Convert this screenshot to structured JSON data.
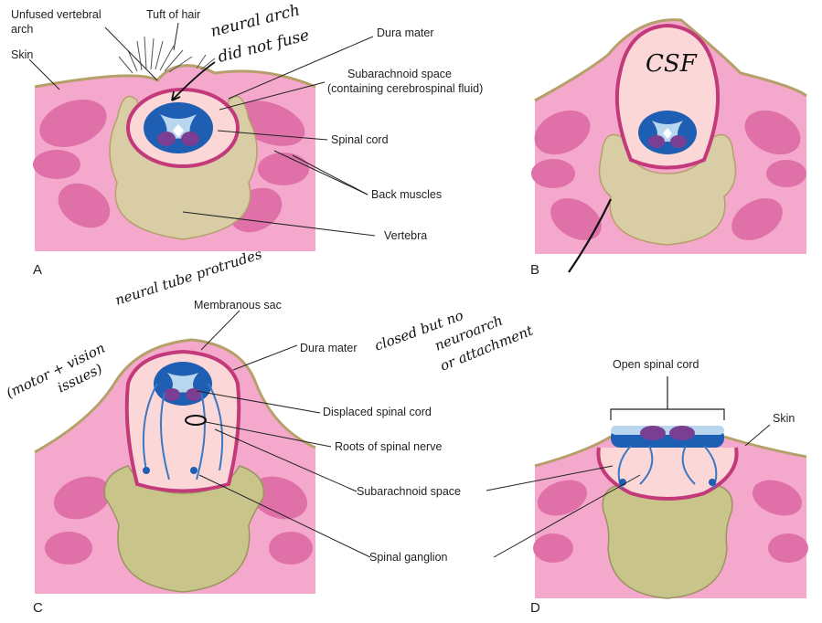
{
  "panels": {
    "A": {
      "letter": "A",
      "labels": {
        "unfused_arch": [
          "Unfused vertebral",
          "arch"
        ],
        "tuft": "Tuft of hair",
        "skin": "Skin",
        "dura": "Dura mater",
        "subarachnoid": [
          "Subarachnoid space",
          "(containing cerebrospinal fluid)"
        ],
        "spinal_cord": "Spinal cord",
        "back_muscles": "Back muscles",
        "vertebra": "Vertebra"
      }
    },
    "B": {
      "letter": "B"
    },
    "C": {
      "letter": "C",
      "labels": {
        "membranous_sac": "Membranous sac",
        "dura": "Dura mater",
        "displaced_cord": "Displaced spinal cord",
        "roots": "Roots of spinal nerve",
        "subarachnoid": "Subarachnoid space",
        "ganglion": "Spinal ganglion"
      }
    },
    "D": {
      "letter": "D",
      "labels": {
        "open_cord": "Open spinal cord",
        "skin": "Skin"
      }
    }
  },
  "annotations": {
    "neural_arch": [
      "neural arch",
      "did not fuse"
    ],
    "csf": "CSF",
    "neural_tube": [
      "(motor + vision",
      "issues)",
      "neural tube protrudes"
    ],
    "closed": [
      "closed but no",
      "neuroarch",
      "or attachment"
    ]
  },
  "colors": {
    "muscle_light": "#f4a8cc",
    "muscle_dark": "#e070a8",
    "skin_line": "#b5a06a",
    "bone": "#d9cda6",
    "bone_c": "#c8c48a",
    "dura": "#c23a7a",
    "csf": "#fbd7d8",
    "cord_blue": "#1e5fb3",
    "cord_dark": "#7a3f93",
    "nerve": "#3a78c4"
  }
}
